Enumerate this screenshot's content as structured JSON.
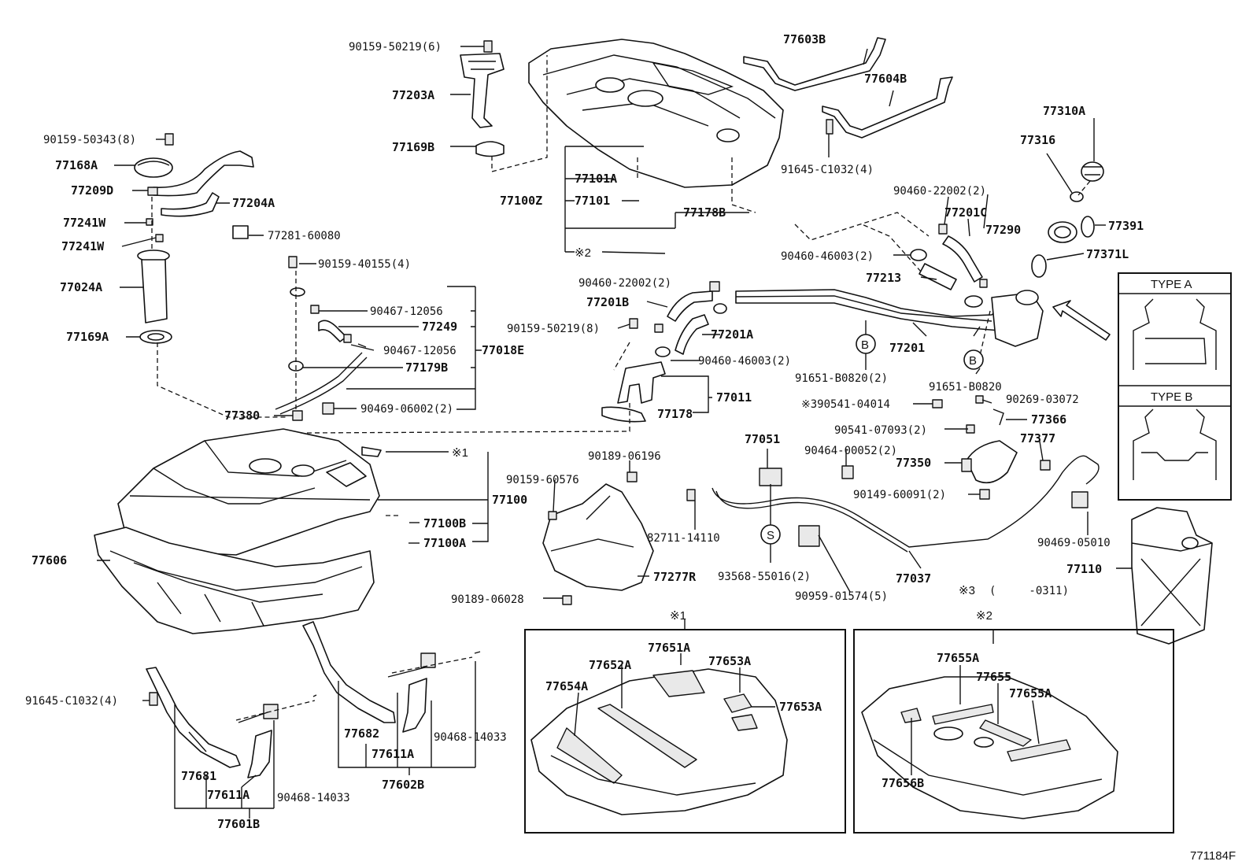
{
  "diagram_code": "771184F",
  "notes": {
    "n1": "※1",
    "n2": "※2",
    "n3": "※3",
    "n3_range": "(　　　-0311)",
    "n2_left": "※2",
    "n1_right": "※1"
  },
  "callouts": {
    "b1": "B",
    "b2": "B",
    "s1": "S"
  },
  "type_panel": {
    "type_a": "TYPE A",
    "type_b": "TYPE B"
  },
  "labels": {
    "p_90159_50219_6": "90159-50219(6)",
    "p_77203A": "77203A",
    "p_77169B": "77169B",
    "p_90159_50343_8": "90159-50343(8)",
    "p_77168A": "77168A",
    "p_77209D": "77209D",
    "p_77204A": "77204A",
    "p_77281_60080": "77281-60080",
    "p_77241W_a": "77241W",
    "p_77241W_b": "77241W",
    "p_77024A": "77024A",
    "p_77169A": "77169A",
    "p_90159_40155_4": "90159-40155(4)",
    "p_90467_12056_a": "90467-12056",
    "p_77249": "77249",
    "p_90467_12056_b": "90467-12056",
    "p_77018E": "77018E",
    "p_77179B": "77179B",
    "p_90469_06002_2": "90469-06002(2)",
    "p_77380": "77380",
    "p_77606": "77606",
    "p_77100": "77100",
    "p_77100B": "77100B",
    "p_77100A": "77100A",
    "p_77101A": "77101A",
    "p_77100Z": "77100Z",
    "p_77101": "77101",
    "p_77178B": "77178B",
    "p_77603B": "77603B",
    "p_77604B": "77604B",
    "p_91645_C1032_4a": "91645-C1032(4)",
    "p_77310A": "77310A",
    "p_77316": "77316",
    "p_90460_22002_2a": "90460-22002(2)",
    "p_77201C": "77201C",
    "p_77290": "77290",
    "p_77391": "77391",
    "p_90460_46003_2a": "90460-46003(2)",
    "p_77371L": "77371L",
    "p_77213": "77213",
    "p_90460_22002_2b": "90460-22002(2)",
    "p_77201B": "77201B",
    "p_90159_50219_8": "90159-50219(8)",
    "p_77201A": "77201A",
    "p_90460_46003_2b": "90460-46003(2)",
    "p_77201": "77201",
    "p_91651_B0820_2": "91651-B0820(2)",
    "p_91651_B0820": "91651-B0820",
    "p_77011": "77011",
    "p_77178": "77178",
    "p_390541_04014": "※390541-04014",
    "p_90269_03072": "90269-03072",
    "p_77366": "77366",
    "p_90541_07093_2": "90541-07093(2)",
    "p_77377": "77377",
    "p_77051": "77051",
    "p_90464_00052_2": "90464-00052(2)",
    "p_77350": "77350",
    "p_90189_06196": "90189-06196",
    "p_90159_60576": "90159-60576",
    "p_90149_60091_2": "90149-60091(2)",
    "p_82711_14110": "82711-14110",
    "p_90469_05010": "90469-05010",
    "p_77110": "77110",
    "p_77277R": "77277R",
    "p_93568_55016_2": "93568-55016(2)",
    "p_90959_01574_5": "90959-01574(5)",
    "p_77037": "77037",
    "p_90189_06028": "90189-06028",
    "p_91645_C1032_4b": "91645-C1032(4)",
    "p_77681": "77681",
    "p_77611A_a": "77611A",
    "p_90468_14033_a": "90468-14033",
    "p_77601B": "77601B",
    "p_77682": "77682",
    "p_77611A_b": "77611A",
    "p_90468_14033_b": "90468-14033",
    "p_77602B": "77602B",
    "p_77651A": "77651A",
    "p_77652A": "77652A",
    "p_77653A_a": "77653A",
    "p_77654A": "77654A",
    "p_77653A_b": "77653A",
    "p_77655A_a": "77655A",
    "p_77655": "77655",
    "p_77655A_b": "77655A",
    "p_77656B": "77656B"
  }
}
